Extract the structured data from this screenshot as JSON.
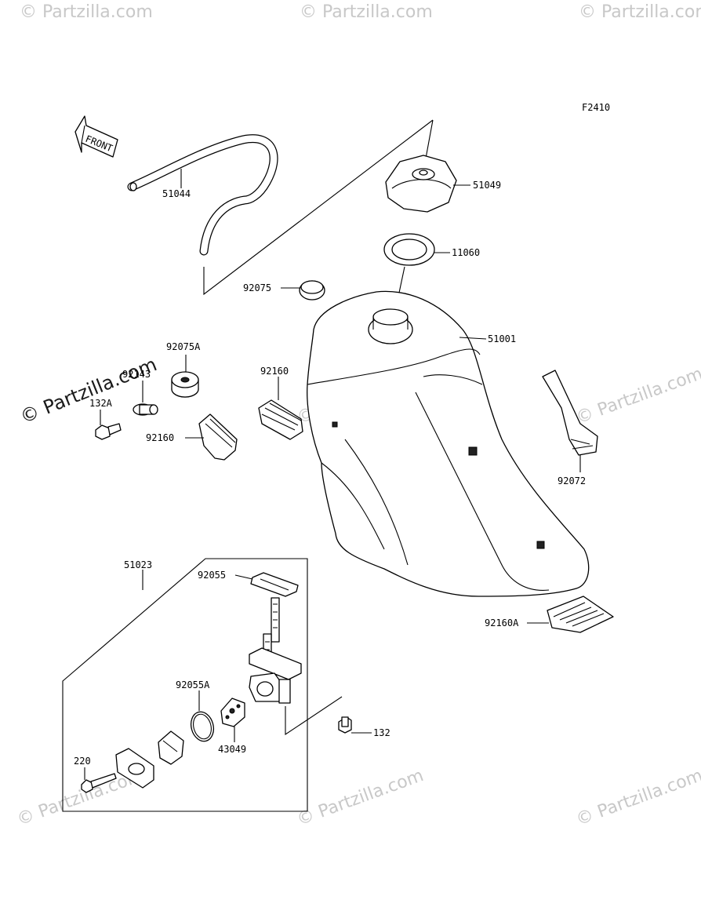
{
  "figure_code": "F2410",
  "front_arrow_text": "FRONT",
  "watermark_text": "© Partzilla.com",
  "watermark_main_text": "© Partzilla.com",
  "parts": [
    {
      "id": "p51044",
      "number": "51044",
      "name": "hose"
    },
    {
      "id": "p51049",
      "number": "51049",
      "name": "fuel cap"
    },
    {
      "id": "p11060",
      "number": "11060",
      "name": "gasket"
    },
    {
      "id": "p92075",
      "number": "92075",
      "name": "cap plug"
    },
    {
      "id": "p51001",
      "number": "51001",
      "name": "fuel tank"
    },
    {
      "id": "p92075A",
      "number": "92075A",
      "name": "damper"
    },
    {
      "id": "p92143",
      "number": "92143",
      "name": "collar"
    },
    {
      "id": "p132A",
      "number": "132A",
      "name": "bolt"
    },
    {
      "id": "p92160",
      "number": "92160",
      "name": "pad"
    },
    {
      "id": "p92160b",
      "number": "92160",
      "name": "pad"
    },
    {
      "id": "p92072",
      "number": "92072",
      "name": "band"
    },
    {
      "id": "p51023",
      "number": "51023",
      "name": "fuel cock assembly"
    },
    {
      "id": "p92055",
      "number": "92055",
      "name": "gasket"
    },
    {
      "id": "p92160A",
      "number": "92160A",
      "name": "pad"
    },
    {
      "id": "p92055A",
      "number": "92055A",
      "name": "o-ring"
    },
    {
      "id": "p43049",
      "number": "43049",
      "name": "gasket"
    },
    {
      "id": "p132",
      "number": "132",
      "name": "bolt"
    },
    {
      "id": "p220",
      "number": "220",
      "name": "screw"
    }
  ]
}
